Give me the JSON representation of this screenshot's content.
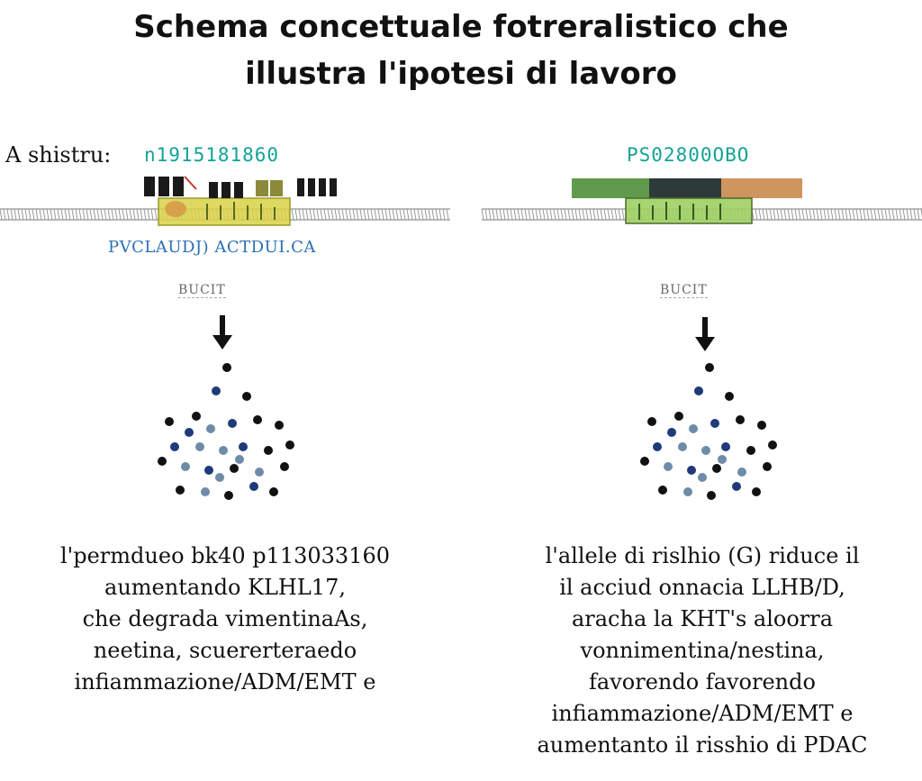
{
  "title": {
    "line1": "Schema concettuale fotreralistico che",
    "line2": "illustra l'ipotesi di lavoro"
  },
  "left": {
    "side_label": "A shistru:",
    "sequence": "n1915181860",
    "protein_label": "PVCLAUDJ) ACTDUI.CA",
    "small_label": "BUCIT",
    "description": [
      "l'permdueo bk40 p113033160",
      "aumentando KLHL17,",
      "che degrada vimentinaAs,",
      "neetina, scuererteraedo",
      "infiammazione/ADM/EMT e"
    ]
  },
  "right": {
    "sequence": "PS02800OBO",
    "small_label": "BUCIT",
    "description": [
      "l'allele di rislhio (G) riduce il",
      "il acciud onnacia LLHB/D,",
      "aracha la KHT's aloorra",
      "vonnimentina/nestina,",
      "favorendo favorendo",
      "infiammazione/ADM/EMT e",
      "aumentanto il risshio di PDAC"
    ]
  },
  "colors": {
    "sequence_teal": "#13a394",
    "protein_blue": "#2a6fb6",
    "highlight_yellow": "#d9d247",
    "highlight_green": "#9fcf62",
    "dna_green": "#4e8f3a",
    "dna_orange": "#c98a4e",
    "dot_navy": "#1f3a7a",
    "dot_slate": "#6e8ca8",
    "dot_black": "#111111"
  }
}
